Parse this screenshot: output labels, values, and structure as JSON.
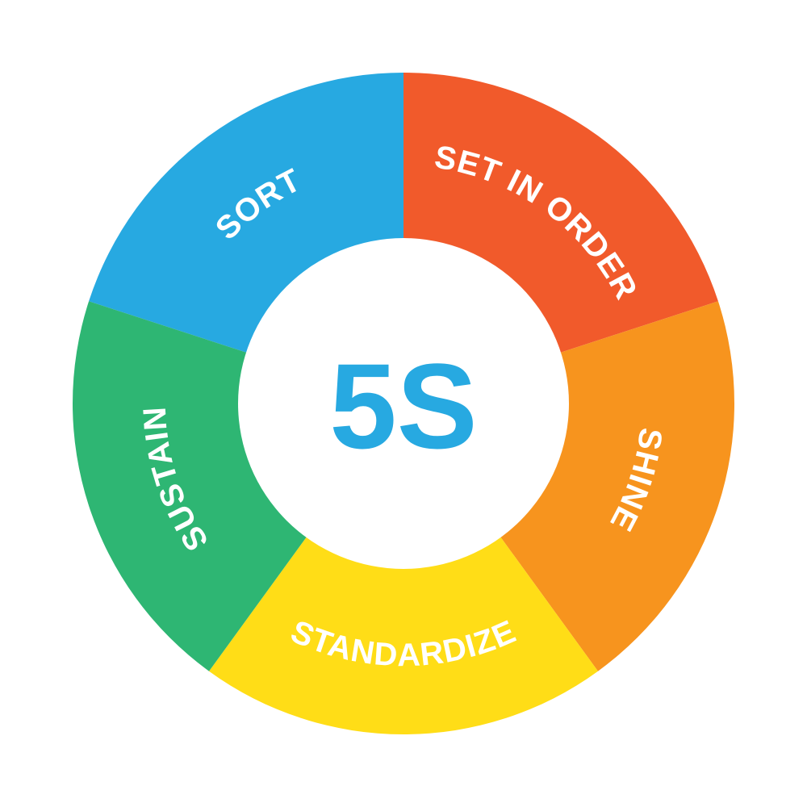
{
  "center": {
    "label": "5S",
    "color": "#27A9E1"
  },
  "segments": [
    {
      "label": "SORT",
      "color": "#27A9E1"
    },
    {
      "label": "SET IN ORDER",
      "color": "#F15A2B"
    },
    {
      "label": "SHINE",
      "color": "#F7941E"
    },
    {
      "label": "STANDARDIZE",
      "color": "#FFDD17"
    },
    {
      "label": "SUSTAIN",
      "color": "#2EB673"
    }
  ]
}
